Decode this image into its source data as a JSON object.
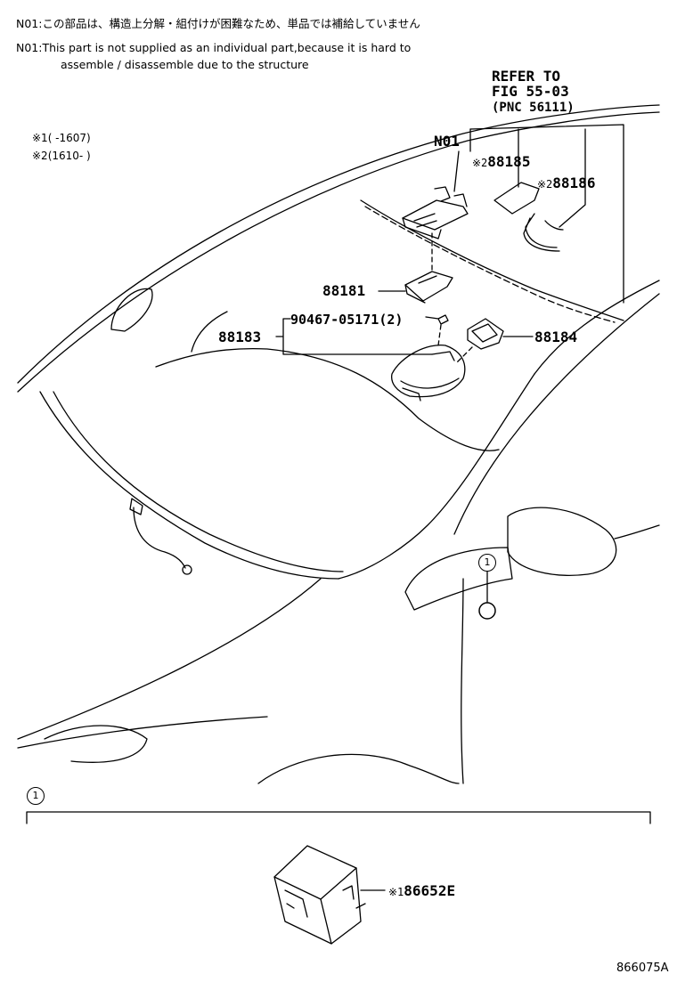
{
  "notes": {
    "jp": "N01:この部品は、構造上分解・組付けが困難なため、単品では補給していません",
    "en_line1": "N01:This part is not supplied as an individual part,because it is hard to",
    "en_line2": "assemble / disassemble due to the structure"
  },
  "legend": {
    "item1": "※1(  -1607)",
    "item2": "※2(1610-  )"
  },
  "refer": {
    "line1": "REFER TO",
    "line2": "FIG 55-03",
    "line3": "(PNC 56111)"
  },
  "labels": {
    "n01": "N01",
    "p88185_mark": "※2",
    "p88185": "88185",
    "p88186_mark": "※2",
    "p88186": "88186",
    "p88181": "88181",
    "p90467": "90467-05171(2)",
    "p88183": "88183",
    "p88184": "88184",
    "p86652e_mark": "※1",
    "p86652e": "86652E"
  },
  "callouts": {
    "detail_ref": "1",
    "section_ref": "1"
  },
  "figure_id": "866075A"
}
